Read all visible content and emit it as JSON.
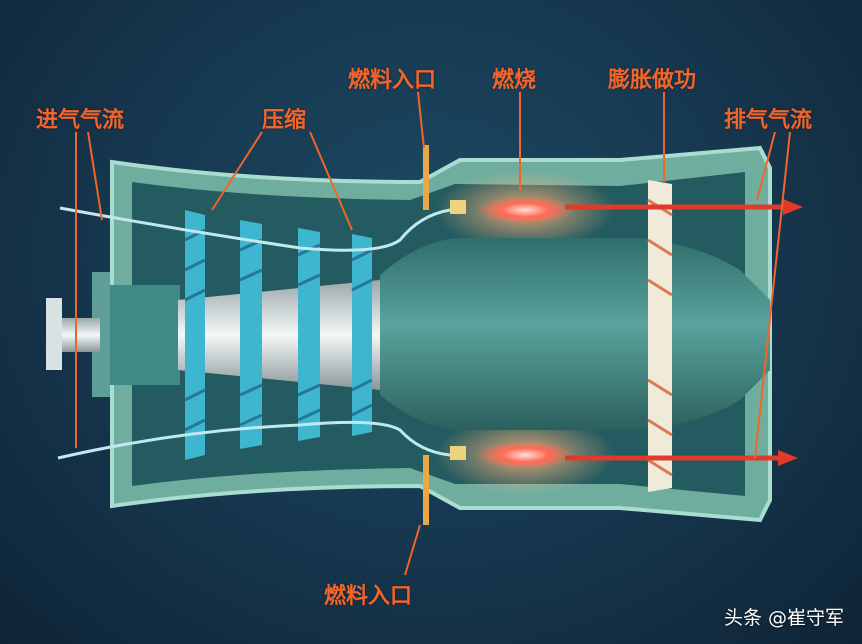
{
  "labels": {
    "intake_flow": "进气气流",
    "compression": "压缩",
    "fuel_inlet_top": "燃料入口",
    "combustion": "燃烧",
    "expansion_work": "膨胀做功",
    "exhaust_flow": "排气气流",
    "fuel_inlet_bottom": "燃料入口"
  },
  "credit": "头条 @崔守军",
  "colors": {
    "label": "#f2642a",
    "casing": "#7fbfae",
    "casing_edge": "#a8ddd0",
    "core": "#3f8a86",
    "compressor_blade": "#3fb6d0",
    "airflow": "#bfe8ef",
    "flame": "#ff4a3a",
    "exhaust_arrow": "#e23a2a",
    "fuel_pipe": "#e8a84a",
    "turbine": "#f0ead8"
  },
  "icons": [
    "engine-cross-section",
    "compressor-stage",
    "turbine-stage",
    "fuel-injector",
    "exhaust-arrow"
  ]
}
